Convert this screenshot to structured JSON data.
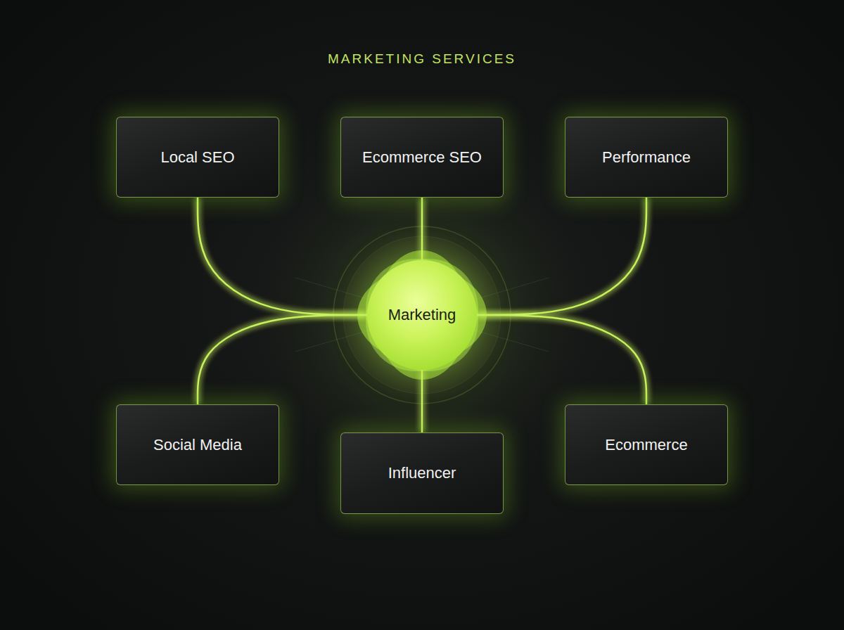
{
  "diagram": {
    "title": "MARKETING SERVICES",
    "nodes": [
      {
        "text": [
          "Local SEO"
        ]
      },
      {
        "text": [
          "Ecommerce SEO"
        ]
      },
      {
        "text": [
          "Performance"
        ]
      },
      {
        "text": [
          "Marketing"
        ]
      },
      {
        "text": [
          "Social Media"
        ]
      },
      {
        "text": [
          "Influencer"
        ]
      },
      {
        "text": [
          "Ecommerce"
        ]
      }
    ],
    "edges": [
      {
        "from": 3,
        "to": 0,
        "arrow": "none"
      },
      {
        "from": 3,
        "to": 1,
        "arrow": "none"
      },
      {
        "from": 3,
        "to": 2,
        "arrow": "none"
      },
      {
        "from": 3,
        "to": 4,
        "arrow": "none"
      },
      {
        "from": 3,
        "to": 5,
        "arrow": "none"
      },
      {
        "from": 3,
        "to": 6,
        "arrow": "none"
      }
    ]
  }
}
